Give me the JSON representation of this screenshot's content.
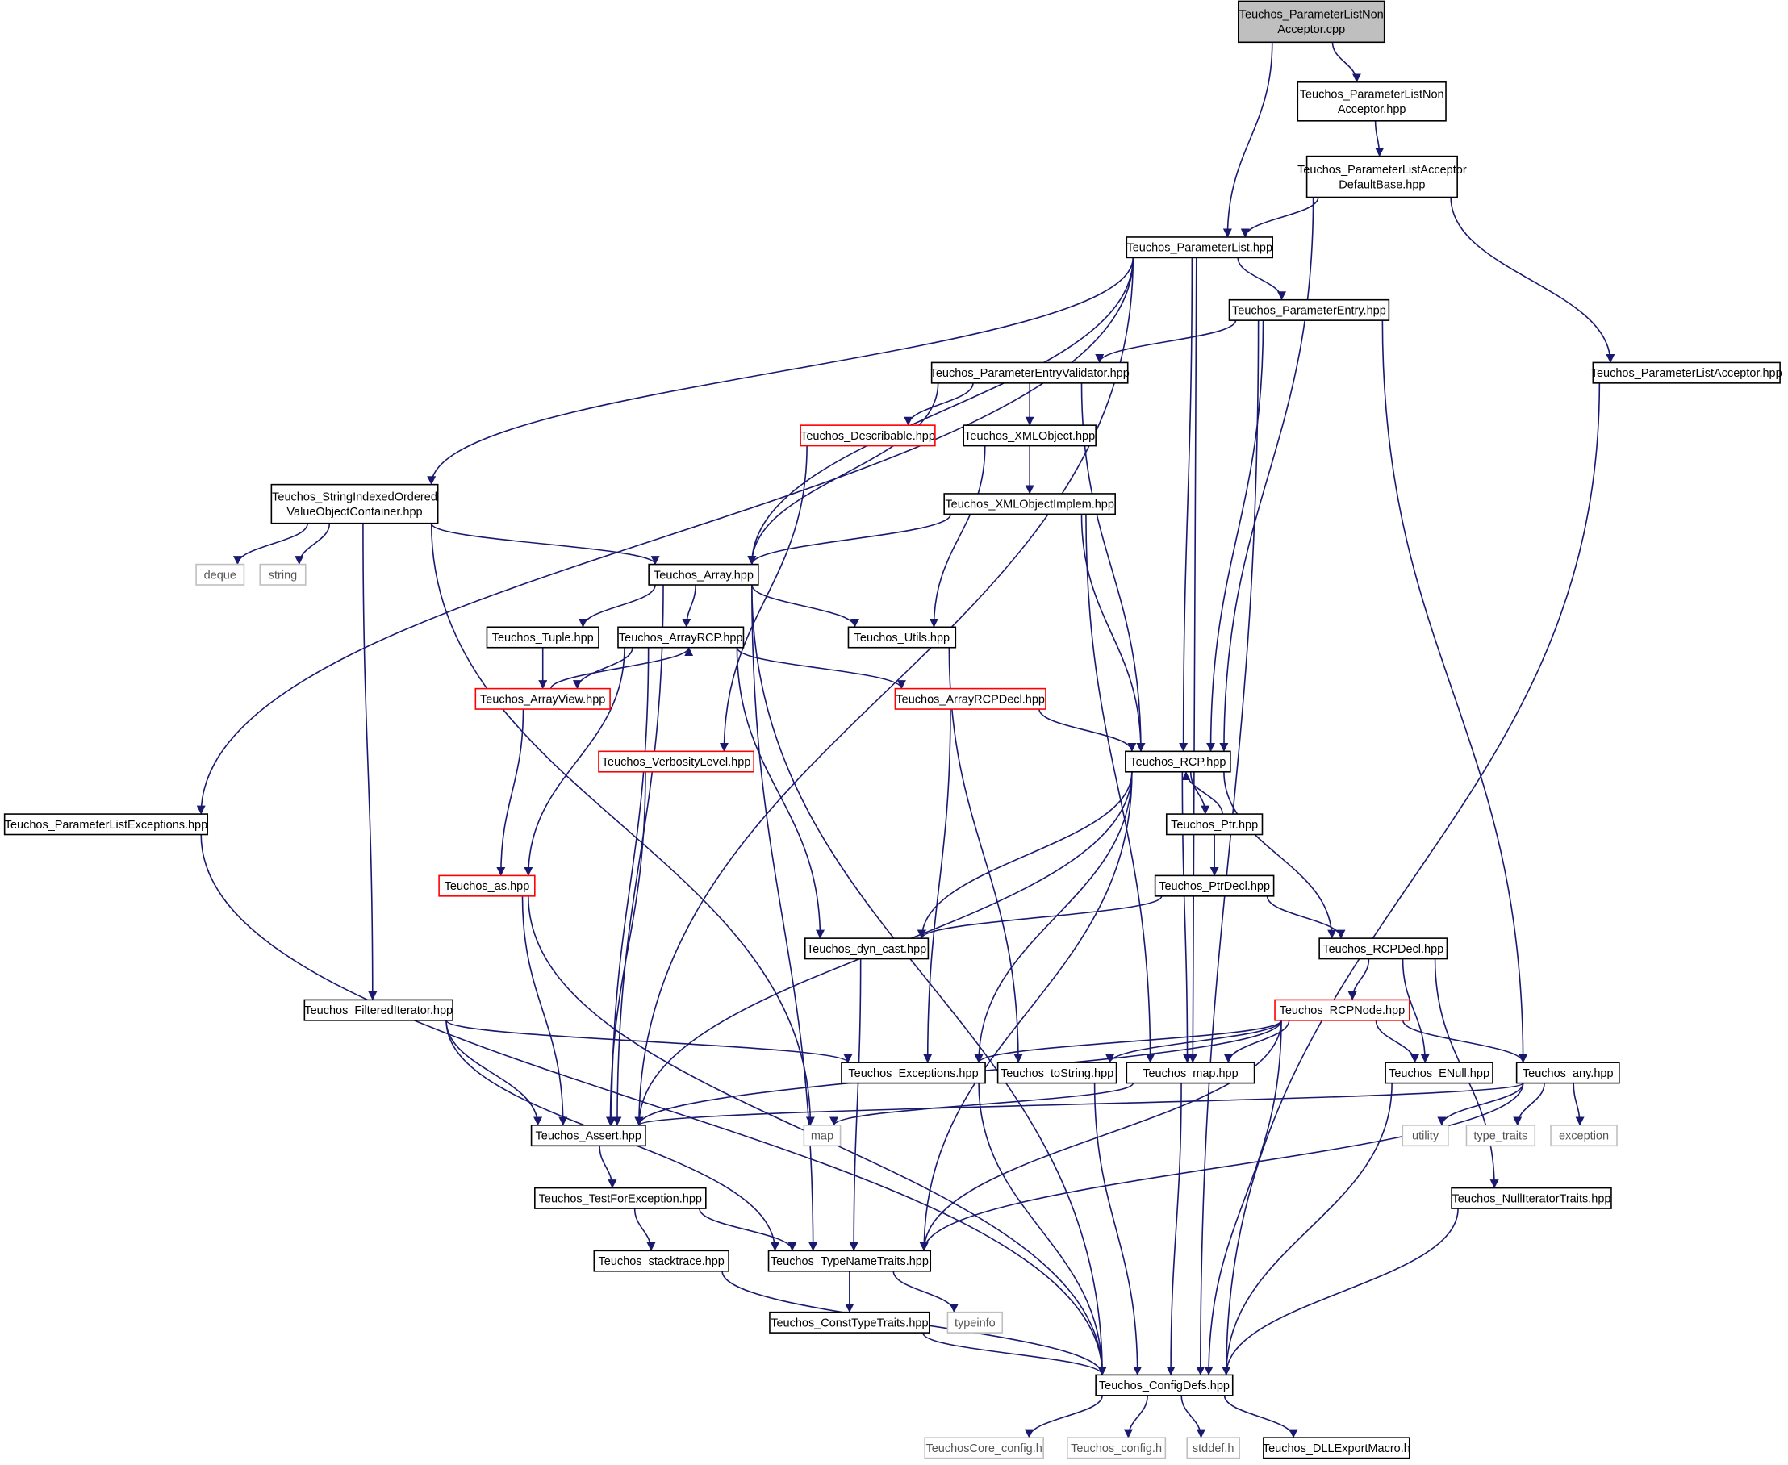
{
  "diagram": {
    "nodes": [
      {
        "id": "cpp",
        "lines": [
          "Teuchos_ParameterListNon",
          "Acceptor.cpp"
        ],
        "kind": "root"
      },
      {
        "id": "nahpp",
        "lines": [
          "Teuchos_ParameterListNon",
          "Acceptor.hpp"
        ],
        "kind": "normal"
      },
      {
        "id": "adb",
        "lines": [
          "Teuchos_ParameterListAcceptor",
          "DefaultBase.hpp"
        ],
        "kind": "normal"
      },
      {
        "id": "pl",
        "lines": [
          "Teuchos_ParameterList.hpp"
        ],
        "kind": "normal"
      },
      {
        "id": "pe",
        "lines": [
          "Teuchos_ParameterEntry.hpp"
        ],
        "kind": "normal"
      },
      {
        "id": "pla",
        "lines": [
          "Teuchos_ParameterListAcceptor.hpp"
        ],
        "kind": "normal"
      },
      {
        "id": "pev",
        "lines": [
          "Teuchos_ParameterEntryValidator.hpp"
        ],
        "kind": "normal"
      },
      {
        "id": "desc",
        "lines": [
          "Teuchos_Describable.hpp"
        ],
        "kind": "red"
      },
      {
        "id": "xmlo",
        "lines": [
          "Teuchos_XMLObject.hpp"
        ],
        "kind": "normal"
      },
      {
        "id": "xmli",
        "lines": [
          "Teuchos_XMLObjectImplem.hpp"
        ],
        "kind": "normal"
      },
      {
        "id": "sio",
        "lines": [
          "Teuchos_StringIndexedOrdered",
          "ValueObjectContainer.hpp"
        ],
        "kind": "normal"
      },
      {
        "id": "deque",
        "lines": [
          "deque"
        ],
        "kind": "ext"
      },
      {
        "id": "string",
        "lines": [
          "string"
        ],
        "kind": "ext"
      },
      {
        "id": "arr",
        "lines": [
          "Teuchos_Array.hpp"
        ],
        "kind": "normal"
      },
      {
        "id": "tuple",
        "lines": [
          "Teuchos_Tuple.hpp"
        ],
        "kind": "normal"
      },
      {
        "id": "arcp",
        "lines": [
          "Teuchos_ArrayRCP.hpp"
        ],
        "kind": "normal"
      },
      {
        "id": "utils",
        "lines": [
          "Teuchos_Utils.hpp"
        ],
        "kind": "normal"
      },
      {
        "id": "av",
        "lines": [
          "Teuchos_ArrayView.hpp"
        ],
        "kind": "red"
      },
      {
        "id": "arcpd",
        "lines": [
          "Teuchos_ArrayRCPDecl.hpp"
        ],
        "kind": "red"
      },
      {
        "id": "vl",
        "lines": [
          "Teuchos_VerbosityLevel.hpp"
        ],
        "kind": "red"
      },
      {
        "id": "rcp",
        "lines": [
          "Teuchos_RCP.hpp"
        ],
        "kind": "normal"
      },
      {
        "id": "ple",
        "lines": [
          "Teuchos_ParameterListExceptions.hpp"
        ],
        "kind": "normal"
      },
      {
        "id": "ptr",
        "lines": [
          "Teuchos_Ptr.hpp"
        ],
        "kind": "normal"
      },
      {
        "id": "as",
        "lines": [
          "Teuchos_as.hpp"
        ],
        "kind": "red"
      },
      {
        "id": "ptrd",
        "lines": [
          "Teuchos_PtrDecl.hpp"
        ],
        "kind": "normal"
      },
      {
        "id": "dyn",
        "lines": [
          "Teuchos_dyn_cast.hpp"
        ],
        "kind": "normal"
      },
      {
        "id": "rcpd",
        "lines": [
          "Teuchos_RCPDecl.hpp"
        ],
        "kind": "normal"
      },
      {
        "id": "fi",
        "lines": [
          "Teuchos_FilteredIterator.hpp"
        ],
        "kind": "normal"
      },
      {
        "id": "rcpn",
        "lines": [
          "Teuchos_RCPNode.hpp"
        ],
        "kind": "red"
      },
      {
        "id": "exc",
        "lines": [
          "Teuchos_Exceptions.hpp"
        ],
        "kind": "normal"
      },
      {
        "id": "tostr",
        "lines": [
          "Teuchos_toString.hpp"
        ],
        "kind": "normal"
      },
      {
        "id": "tmap",
        "lines": [
          "Teuchos_map.hpp"
        ],
        "kind": "normal"
      },
      {
        "id": "enull",
        "lines": [
          "Teuchos_ENull.hpp"
        ],
        "kind": "normal"
      },
      {
        "id": "any",
        "lines": [
          "Teuchos_any.hpp"
        ],
        "kind": "normal"
      },
      {
        "id": "assert",
        "lines": [
          "Teuchos_Assert.hpp"
        ],
        "kind": "normal"
      },
      {
        "id": "map",
        "lines": [
          "map"
        ],
        "kind": "ext"
      },
      {
        "id": "utility",
        "lines": [
          "utility"
        ],
        "kind": "ext"
      },
      {
        "id": "tt",
        "lines": [
          "type_traits"
        ],
        "kind": "ext"
      },
      {
        "id": "exception",
        "lines": [
          "exception"
        ],
        "kind": "ext"
      },
      {
        "id": "tfe",
        "lines": [
          "Teuchos_TestForException.hpp"
        ],
        "kind": "normal"
      },
      {
        "id": "nit",
        "lines": [
          "Teuchos_NullIteratorTraits.hpp"
        ],
        "kind": "normal"
      },
      {
        "id": "st",
        "lines": [
          "Teuchos_stacktrace.hpp"
        ],
        "kind": "normal"
      },
      {
        "id": "tnt",
        "lines": [
          "Teuchos_TypeNameTraits.hpp"
        ],
        "kind": "normal"
      },
      {
        "id": "ctt",
        "lines": [
          "Teuchos_ConstTypeTraits.hpp"
        ],
        "kind": "normal"
      },
      {
        "id": "typeinfo",
        "lines": [
          "typeinfo"
        ],
        "kind": "ext"
      },
      {
        "id": "cd",
        "lines": [
          "Teuchos_ConfigDefs.hpp"
        ],
        "kind": "normal"
      },
      {
        "id": "tcc",
        "lines": [
          "TeuchosCore_config.h"
        ],
        "kind": "ext"
      },
      {
        "id": "tc",
        "lines": [
          "Teuchos_config.h"
        ],
        "kind": "ext"
      },
      {
        "id": "stddef",
        "lines": [
          "stddef.h"
        ],
        "kind": "ext"
      },
      {
        "id": "dll",
        "lines": [
          "Teuchos_DLLExportMacro.h"
        ],
        "kind": "normal"
      }
    ],
    "edges": [
      [
        "cpp",
        "nahpp"
      ],
      [
        "cpp",
        "pl"
      ],
      [
        "nahpp",
        "adb"
      ],
      [
        "adb",
        "pl"
      ],
      [
        "adb",
        "rcp"
      ],
      [
        "adb",
        "pla"
      ],
      [
        "pl",
        "ple"
      ],
      [
        "pl",
        "assert"
      ],
      [
        "pl",
        "sio"
      ],
      [
        "pl",
        "arr"
      ],
      [
        "pl",
        "rcp"
      ],
      [
        "pl",
        "pe"
      ],
      [
        "pl",
        "tmap"
      ],
      [
        "pe",
        "pev"
      ],
      [
        "pe",
        "rcp"
      ],
      [
        "pe",
        "any"
      ],
      [
        "pe",
        "cd"
      ],
      [
        "pla",
        "cd"
      ],
      [
        "pev",
        "arr"
      ],
      [
        "pev",
        "desc"
      ],
      [
        "pev",
        "xmlo"
      ],
      [
        "pev",
        "rcp"
      ],
      [
        "desc",
        "vl"
      ],
      [
        "xmlo",
        "utils"
      ],
      [
        "xmlo",
        "xmli"
      ],
      [
        "xmli",
        "arr"
      ],
      [
        "xmli",
        "rcp"
      ],
      [
        "xmli",
        "tmap"
      ],
      [
        "sio",
        "deque"
      ],
      [
        "sio",
        "string"
      ],
      [
        "sio",
        "fi"
      ],
      [
        "sio",
        "map"
      ],
      [
        "sio",
        "arr"
      ],
      [
        "arr",
        "cd"
      ],
      [
        "arr",
        "assert"
      ],
      [
        "arr",
        "tuple"
      ],
      [
        "arr",
        "arcp"
      ],
      [
        "arr",
        "utils"
      ],
      [
        "arr",
        "tnt"
      ],
      [
        "tuple",
        "av"
      ],
      [
        "arcp",
        "av"
      ],
      [
        "av",
        "arcp"
      ],
      [
        "arcp",
        "as"
      ],
      [
        "arcp",
        "assert"
      ],
      [
        "arcp",
        "arcpd"
      ],
      [
        "arcp",
        "dyn"
      ],
      [
        "av",
        "as"
      ],
      [
        "utils",
        "tostr"
      ],
      [
        "arcpd",
        "rcp"
      ],
      [
        "arcpd",
        "exc"
      ],
      [
        "vl",
        "assert"
      ],
      [
        "rcp",
        "assert"
      ],
      [
        "rcp",
        "dyn"
      ],
      [
        "rcp",
        "tnt"
      ],
      [
        "rcp",
        "tmap"
      ],
      [
        "rcp",
        "exc"
      ],
      [
        "rcp",
        "ptr"
      ],
      [
        "ptr",
        "rcp"
      ],
      [
        "rcp",
        "rcpd"
      ],
      [
        "ple",
        "cd"
      ],
      [
        "ptr",
        "ptrd"
      ],
      [
        "ptrd",
        "dyn"
      ],
      [
        "ptrd",
        "rcpd"
      ],
      [
        "as",
        "assert"
      ],
      [
        "as",
        "cd"
      ],
      [
        "dyn",
        "tnt"
      ],
      [
        "rcpd",
        "rcpn"
      ],
      [
        "rcpd",
        "enull"
      ],
      [
        "rcpd",
        "nit"
      ],
      [
        "fi",
        "assert"
      ],
      [
        "fi",
        "exc"
      ],
      [
        "fi",
        "tnt"
      ],
      [
        "rcpn",
        "exc"
      ],
      [
        "rcpn",
        "tostr"
      ],
      [
        "rcpn",
        "tmap"
      ],
      [
        "rcpn",
        "enull"
      ],
      [
        "rcpn",
        "any"
      ],
      [
        "rcpn",
        "assert"
      ],
      [
        "rcpn",
        "tnt"
      ],
      [
        "rcpn",
        "cd"
      ],
      [
        "exc",
        "cd"
      ],
      [
        "tostr",
        "cd"
      ],
      [
        "tmap",
        "map"
      ],
      [
        "tmap",
        "cd"
      ],
      [
        "enull",
        "cd"
      ],
      [
        "any",
        "assert"
      ],
      [
        "any",
        "utility"
      ],
      [
        "any",
        "tt"
      ],
      [
        "any",
        "exception"
      ],
      [
        "any",
        "tnt"
      ],
      [
        "assert",
        "tfe"
      ],
      [
        "tfe",
        "st"
      ],
      [
        "tfe",
        "tnt"
      ],
      [
        "nit",
        "cd"
      ],
      [
        "st",
        "cd"
      ],
      [
        "tnt",
        "ctt"
      ],
      [
        "tnt",
        "typeinfo"
      ],
      [
        "ctt",
        "cd"
      ],
      [
        "cd",
        "tcc"
      ],
      [
        "cd",
        "tc"
      ],
      [
        "cd",
        "stddef"
      ],
      [
        "cd",
        "dll"
      ]
    ]
  }
}
